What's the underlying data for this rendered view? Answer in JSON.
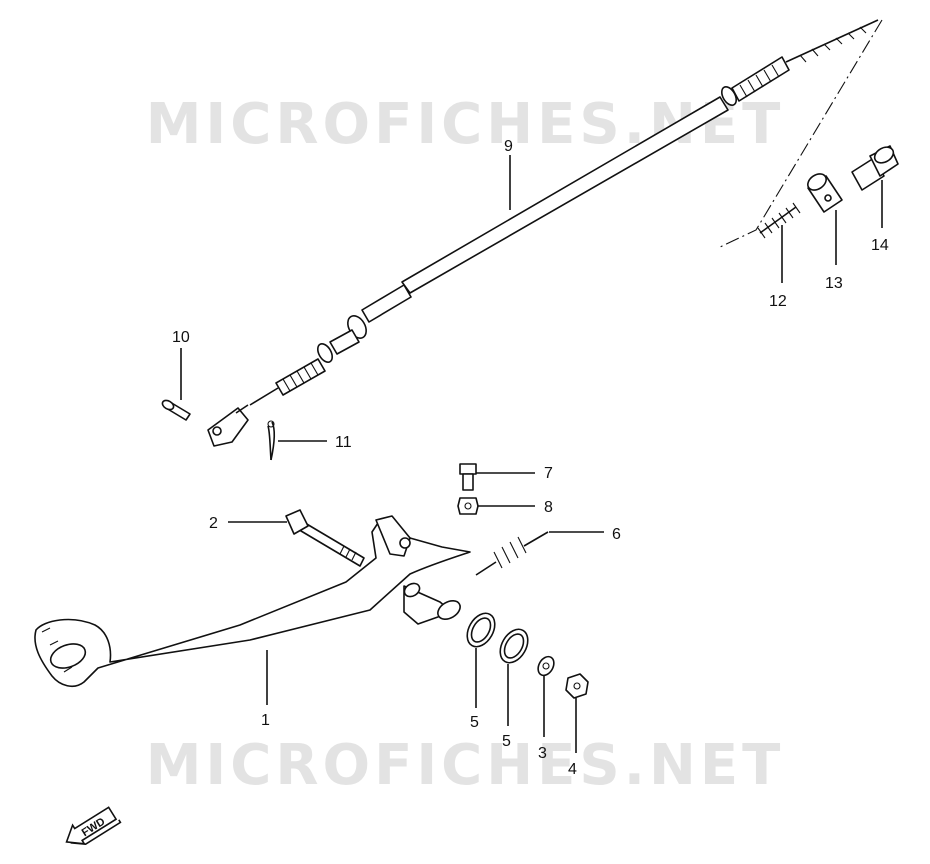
{
  "watermark": {
    "top": "MICROFICHES.NET",
    "bottom": "MICROFICHES.NET"
  },
  "callouts": {
    "c1": "1",
    "c2": "2",
    "c3": "3",
    "c4": "4",
    "c5a": "5",
    "c5b": "5",
    "c6": "6",
    "c7": "7",
    "c8": "8",
    "c9": "9",
    "c10": "10",
    "c11": "11",
    "c12": "12",
    "c13": "13",
    "c14": "14"
  },
  "fwd_label": "FWD"
}
